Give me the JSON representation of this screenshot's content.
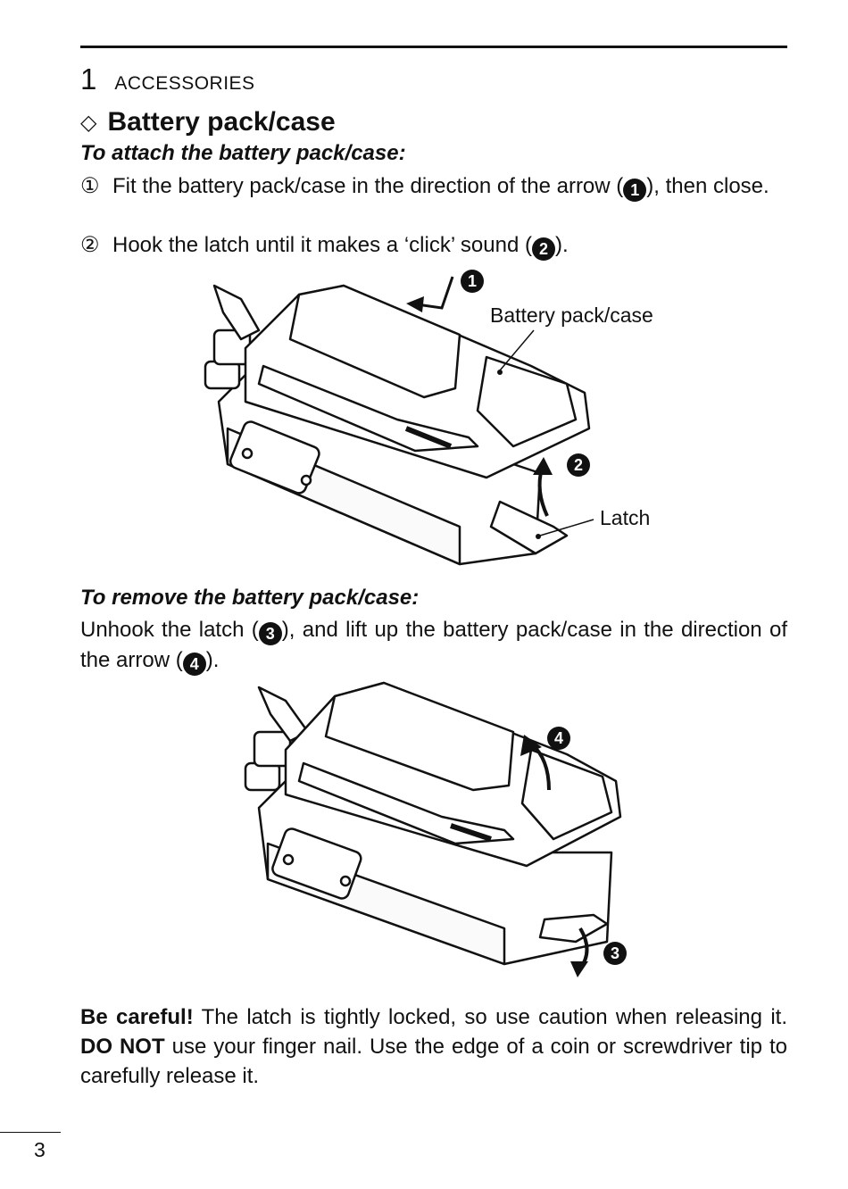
{
  "header": {
    "chapter_number": "1",
    "chapter_title": "ACCESSORIES"
  },
  "section": {
    "marker": "◇",
    "title": "Battery pack/case"
  },
  "attach": {
    "heading": "To attach the battery pack/case:",
    "steps": [
      {
        "num": "①",
        "text_before": "Fit the battery pack/case in the direction of the arrow (",
        "badge": "1",
        "text_after": "), then close."
      },
      {
        "num": "②",
        "text_before": "Hook the latch until it makes a ‘click’ sound (",
        "badge": "2",
        "text_after": ")."
      }
    ]
  },
  "figure1": {
    "label_pack": "Battery pack/case",
    "label_latch": "Latch",
    "marker_1": "1",
    "marker_2": "2"
  },
  "remove": {
    "heading": "To remove the battery pack/case:",
    "text_a": "Unhook the latch (",
    "badge_a": "3",
    "text_b": "), and lift up the battery pack/case in the direction of the arrow (",
    "badge_b": "4",
    "text_c": ")."
  },
  "figure2": {
    "marker_3": "3",
    "marker_4": "4"
  },
  "caution": {
    "lead": "Be careful!",
    "text_a": " The latch is tightly locked, so use caution when re­leasing it. ",
    "emph": "DO NOT",
    "text_b": " use your finger nail. Use the edge of a coin or screwdriver tip to carefully release it."
  },
  "footer": {
    "page_number": "3"
  }
}
